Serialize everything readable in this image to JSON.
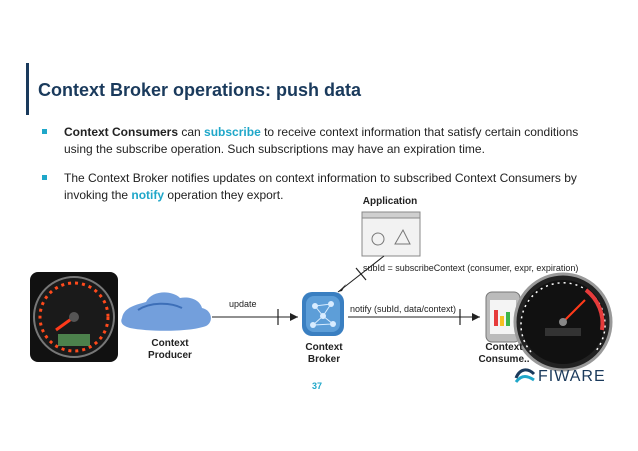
{
  "slide": {
    "title": "Context Broker operations: push data",
    "page_number": "37"
  },
  "bullets": [
    {
      "strong": "Context Consumers",
      "pre": " can ",
      "highlight": "subscribe",
      "post": " to receive context information that satisfy certain conditions using the subscribe operation. Such subscriptions may have an expiration time."
    },
    {
      "pre": "The Context Broker notifies updates on context information to subscribed Context Consumers by invoking the ",
      "highlight": "notify",
      "post": " operation they export."
    }
  ],
  "diagram": {
    "application_label": "Application",
    "subscribe_label": "subId = subscribeContext (consumer, expr, expiration)",
    "update_label": "update",
    "notify_label": "notify (subId, data/context)",
    "producer_label_1": "Context",
    "producer_label_2": "Producer",
    "broker_label_1": "Context",
    "broker_label_2": "Broker",
    "consumer_label_1": "Context",
    "consumer_label_2": "Consume.."
  },
  "logo": {
    "text": "FIWARE"
  },
  "colors": {
    "title": "#1a3a5c",
    "accent": "#1fa7c9",
    "broker": "#3a7fc1",
    "cloud": "#5a8ed6"
  }
}
